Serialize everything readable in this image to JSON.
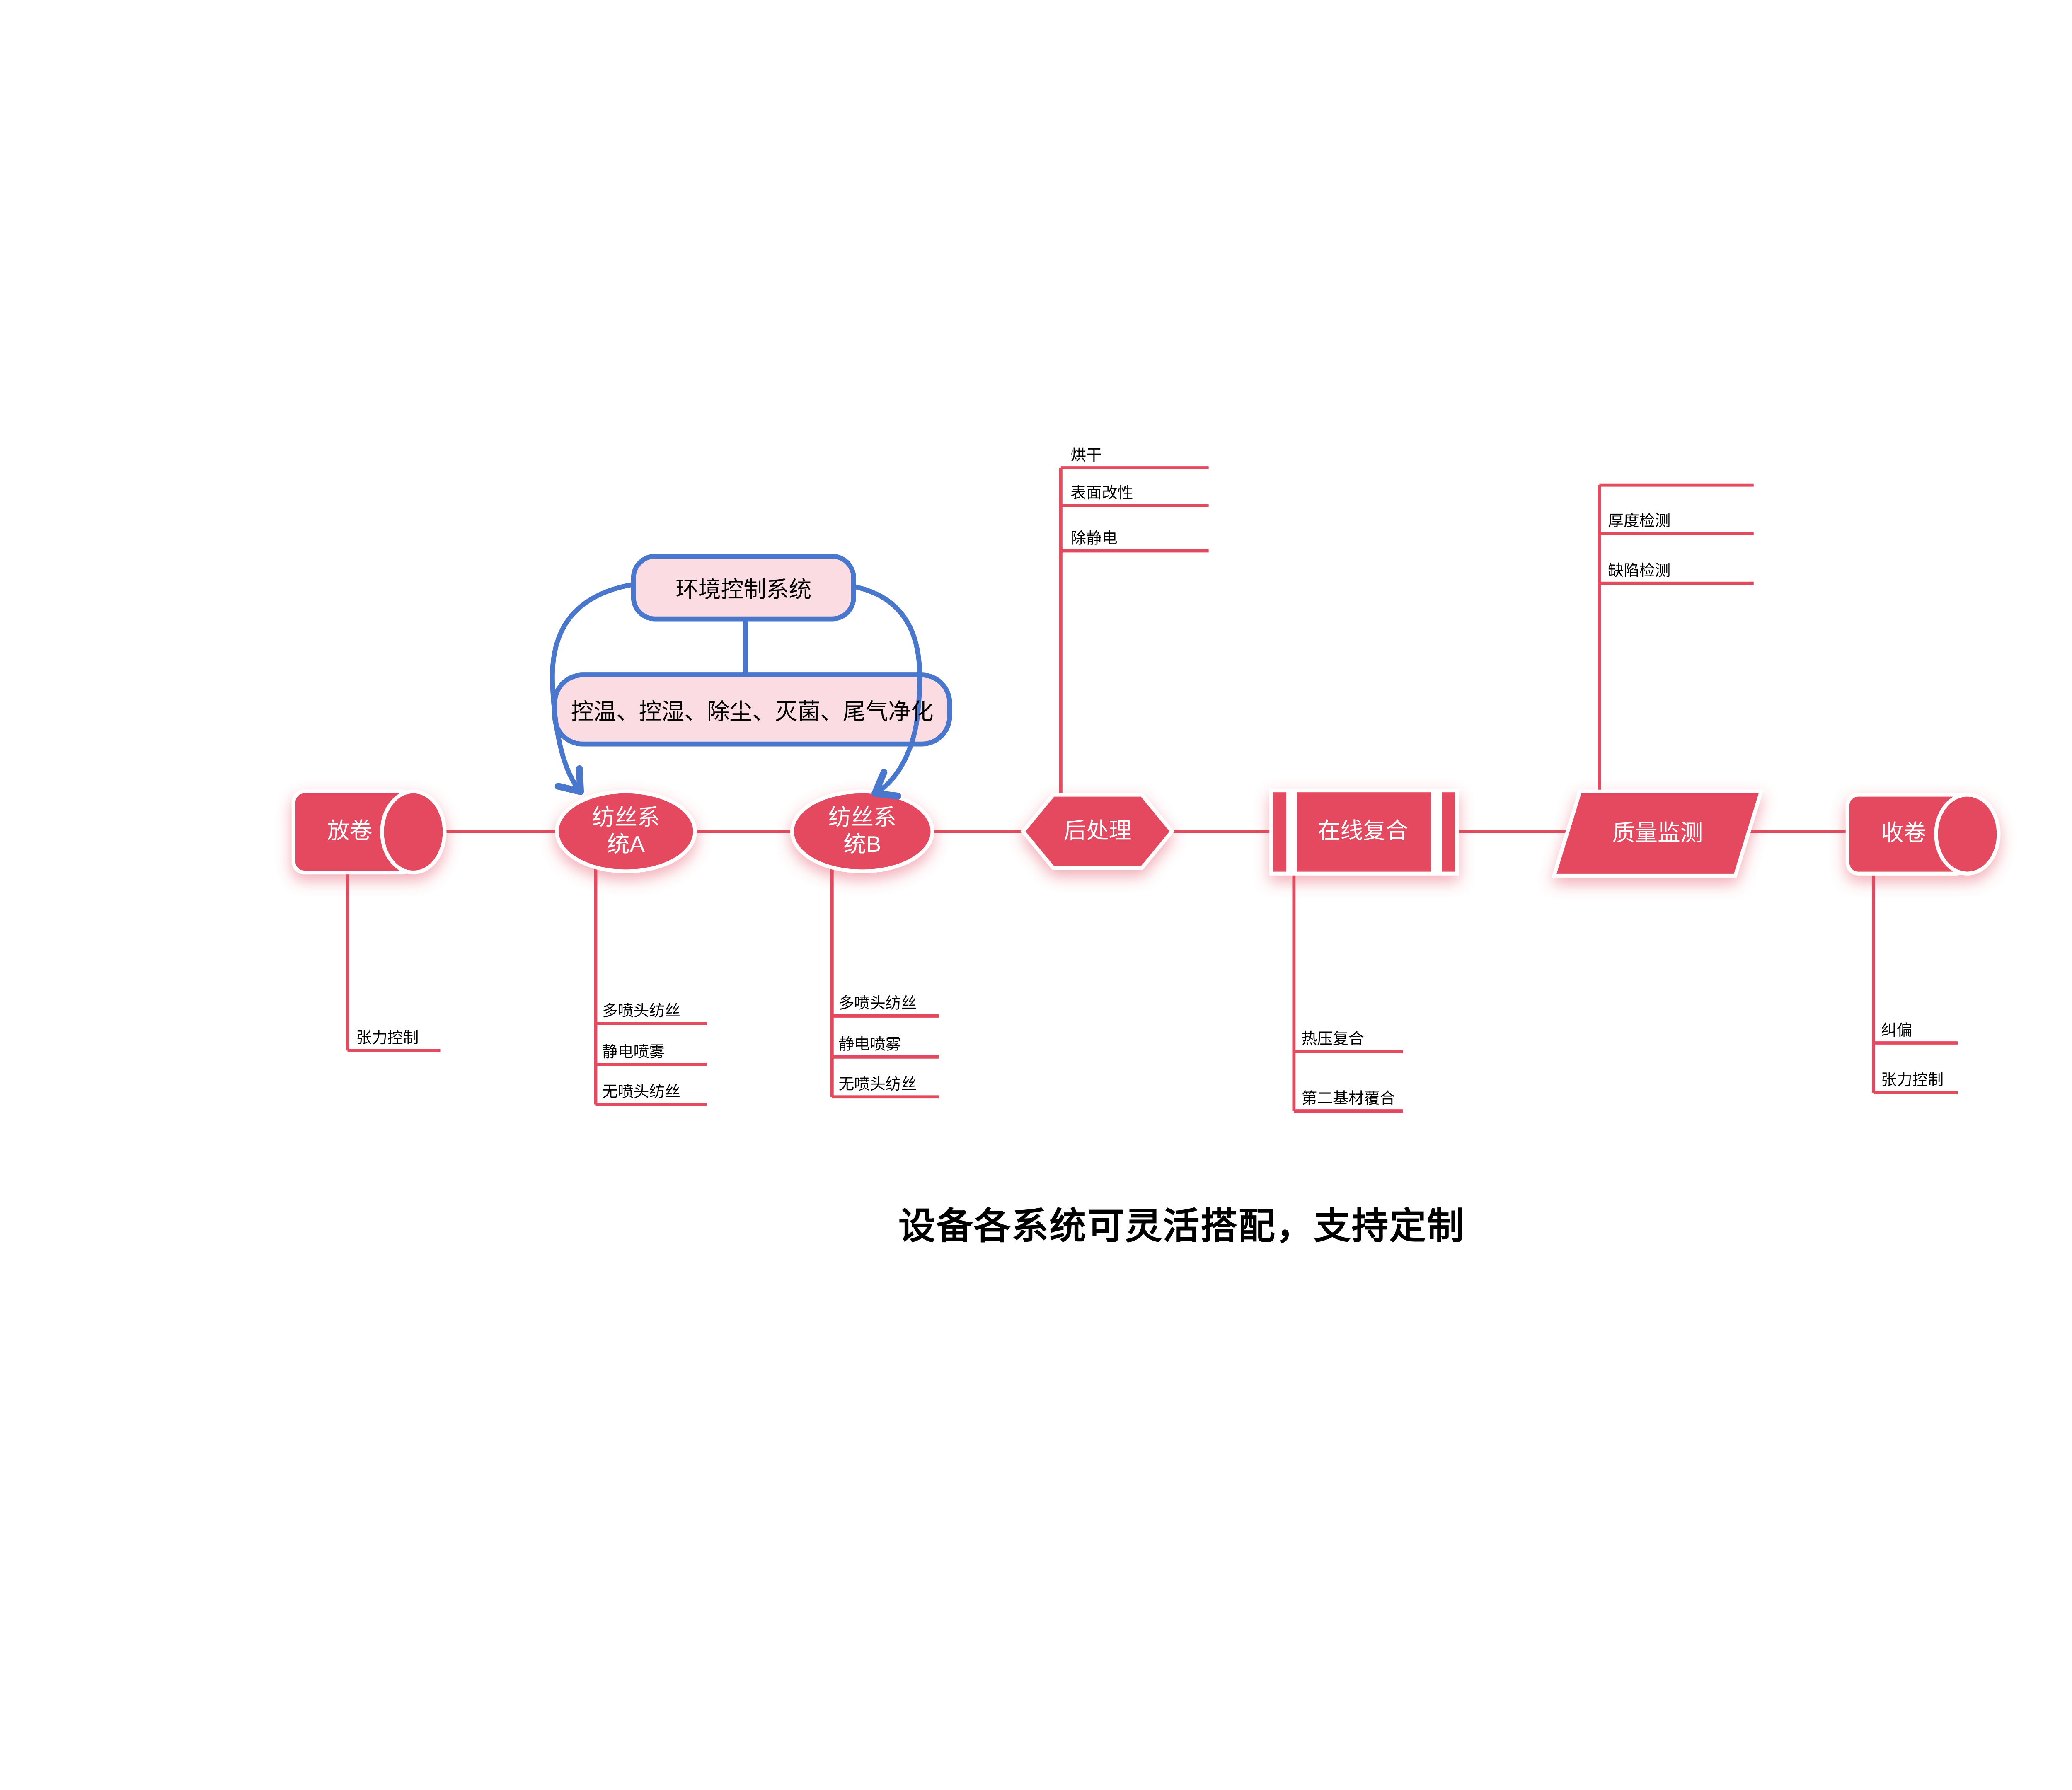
{
  "colors": {
    "shape_red": "#E5495E",
    "connector_red": "#E5495E",
    "blue": "#4A77CE",
    "pink_fill": "#FBDCE3",
    "node_text": "#FFFFFF",
    "label_text": "#000000",
    "background": "#FFFFFF"
  },
  "env": {
    "system": "环境控制系统",
    "functions": "控温、控湿、除尘、灭菌、尾气净化"
  },
  "nodes": {
    "unwind": {
      "label": "放卷"
    },
    "spin_a": {
      "line1": "纺丝系",
      "line2": "统A"
    },
    "spin_b": {
      "line1": "纺丝系",
      "line2": "统B"
    },
    "post": {
      "label": "后处理"
    },
    "laminate": {
      "label": "在线复合"
    },
    "qc": {
      "label": "质量监测"
    },
    "rewind": {
      "label": "收卷"
    }
  },
  "branches": {
    "unwind": {
      "items": [
        "张力控制"
      ]
    },
    "spin_a": {
      "items": [
        "多喷头纺丝",
        "静电喷雾",
        "无喷头纺丝"
      ]
    },
    "spin_b": {
      "items": [
        "多喷头纺丝",
        "静电喷雾",
        "无喷头纺丝"
      ]
    },
    "post_top": {
      "items": [
        "烘干",
        "表面改性",
        "除静电"
      ]
    },
    "laminate": {
      "items": [
        "热压复合",
        "第二基材覆合"
      ]
    },
    "qc_top": {
      "items": [
        "厚度检测",
        "缺陷检测"
      ]
    },
    "rewind": {
      "items": [
        "纠偏",
        "张力控制"
      ]
    }
  },
  "caption": "设备各系统可灵活搭配，支持定制"
}
